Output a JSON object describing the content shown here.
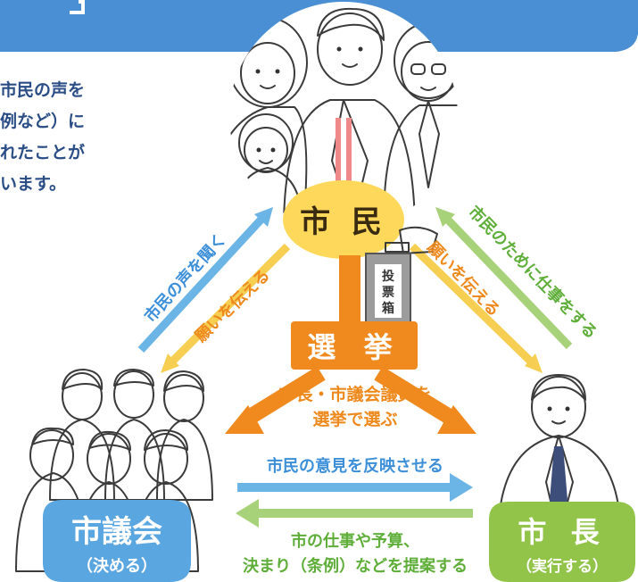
{
  "intro_lines": [
    "市民の声を",
    "例など）に",
    "れたことが",
    "います。"
  ],
  "citizens": {
    "title": "市 民"
  },
  "ballot_box": {
    "label": [
      "投",
      "票",
      "箱"
    ]
  },
  "election": {
    "title": "選 挙",
    "caption_lines": [
      "市長・市議会議員を",
      "選挙で選ぶ"
    ]
  },
  "council": {
    "title": "市議会",
    "subtitle": "（決める）"
  },
  "mayor": {
    "title": "市 長",
    "subtitle": "（実行する）"
  },
  "flows": {
    "citizen_to_council_voice": "市民の声を聞く",
    "citizen_to_council_wish": "願いを伝える",
    "citizen_to_mayor_wish": "願いを伝える",
    "mayor_to_citizen": "市民のために仕事をする",
    "council_to_mayor": "市民の意見を反映させる",
    "mayor_to_council": [
      "市の仕事や予算、",
      "決まり（条例）などを提案する"
    ]
  },
  "colors": {
    "banner": "#4a8fd3",
    "intro_text": "#2a4d86",
    "citizen_circle": "#fdd85a",
    "election_orange": "#f08a1e",
    "council_blue": "#5aa6e0",
    "mayor_green": "#93c44a",
    "arrow_blue": "#6ab4e6",
    "arrow_yellow": "#f6cf52",
    "arrow_orange": "#f29a2a",
    "arrow_green": "#a8d27a",
    "text_blue": "#3c8fd8",
    "text_orange": "#ee8a1d",
    "text_green": "#5fae3a"
  }
}
